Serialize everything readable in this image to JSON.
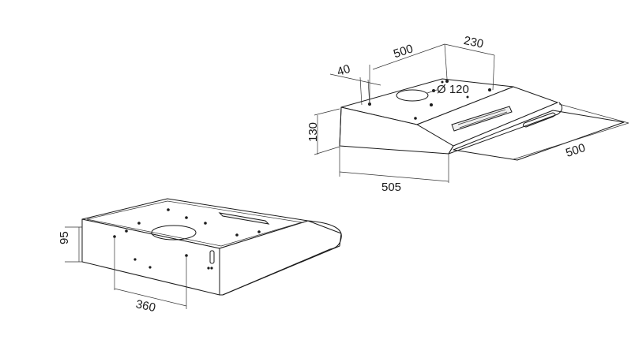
{
  "top_view": {
    "dim_width_top": "500",
    "dim_depth_top": "230",
    "dim_flange": "40",
    "dim_diameter": "Ø 120",
    "dim_height": "130",
    "dim_front_width": "505",
    "dim_depth": "500"
  },
  "bottom_view": {
    "dim_height": "95",
    "dim_hole_spacing": "360"
  },
  "colors": {
    "line": "#1a1a1a",
    "background": "#ffffff"
  }
}
